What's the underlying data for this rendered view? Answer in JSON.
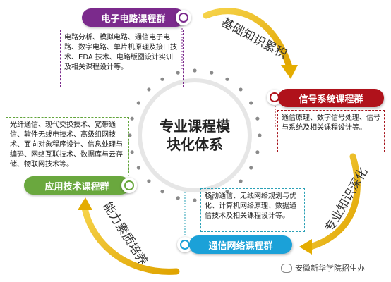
{
  "center": {
    "title_line1": "专业课程模",
    "title_line2": "块化体系"
  },
  "modules": {
    "electronic": {
      "title": "电子电路课程群",
      "description": "电路分析、模拟电路、通信电子电路、数字电路、单片机原理及接口技术、EDA 技术、电路版图设计实训及相关课程设计等。",
      "color": "#7b2a8c"
    },
    "signal": {
      "title": "信号系统课程群",
      "description": "通信原理、数字信号处理、信号与系统及相关课程设计等。",
      "color": "#b0121b"
    },
    "application": {
      "title": "应用技术课程群",
      "description": "光纤通信、现代交换技术、宽带通信、软件无线电技术、高级组网技术、面向对象程序设计、信息处理与编码、网络互联技术、数据库与云存储、物联网技术等。",
      "color": "#6aa83e"
    },
    "network": {
      "title": "通信网络课程群",
      "description": "移动通信、无线网络规划与优化、计算机网络原理、数据通信技术及相关课程设计等。",
      "color": "#1ba1d8"
    }
  },
  "arrows": {
    "top": "基础知识累积",
    "right": "专业知识深化",
    "left": "能力素质培养"
  },
  "watermark": "安徽新华学院招生办"
}
